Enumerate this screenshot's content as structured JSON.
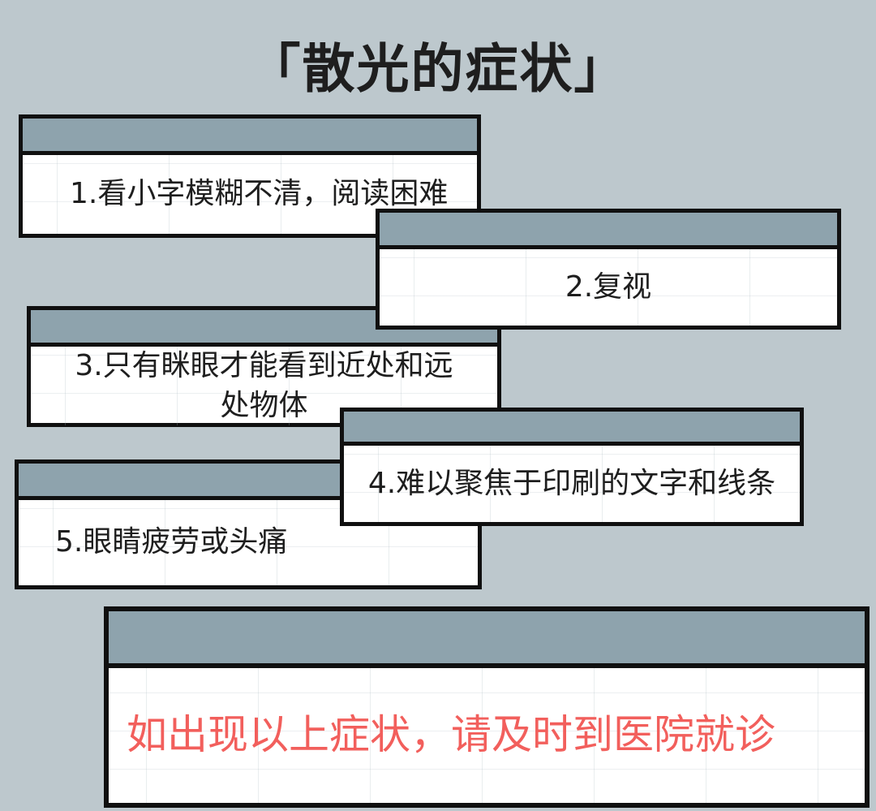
{
  "page": {
    "title": "「散光的症状」"
  },
  "cards": [
    {
      "text": "1.看小字模糊不清，阅读困难"
    },
    {
      "text": "2.复视"
    },
    {
      "text": "3.只有眯眼才能看到近处和远处物体"
    },
    {
      "text": "4.难以聚焦于印刷的文字和线条"
    },
    {
      "text": "5.眼睛疲劳或头痛"
    }
  ],
  "alert": {
    "text": "如出现以上症状，请及时到医院就诊"
  },
  "colors": {
    "page_bg": "#bdc8cd",
    "band": "#8ea3ad",
    "border": "#101010",
    "text": "#1e1e1e",
    "alert": "#f25f5c",
    "card": "#ffffff"
  }
}
